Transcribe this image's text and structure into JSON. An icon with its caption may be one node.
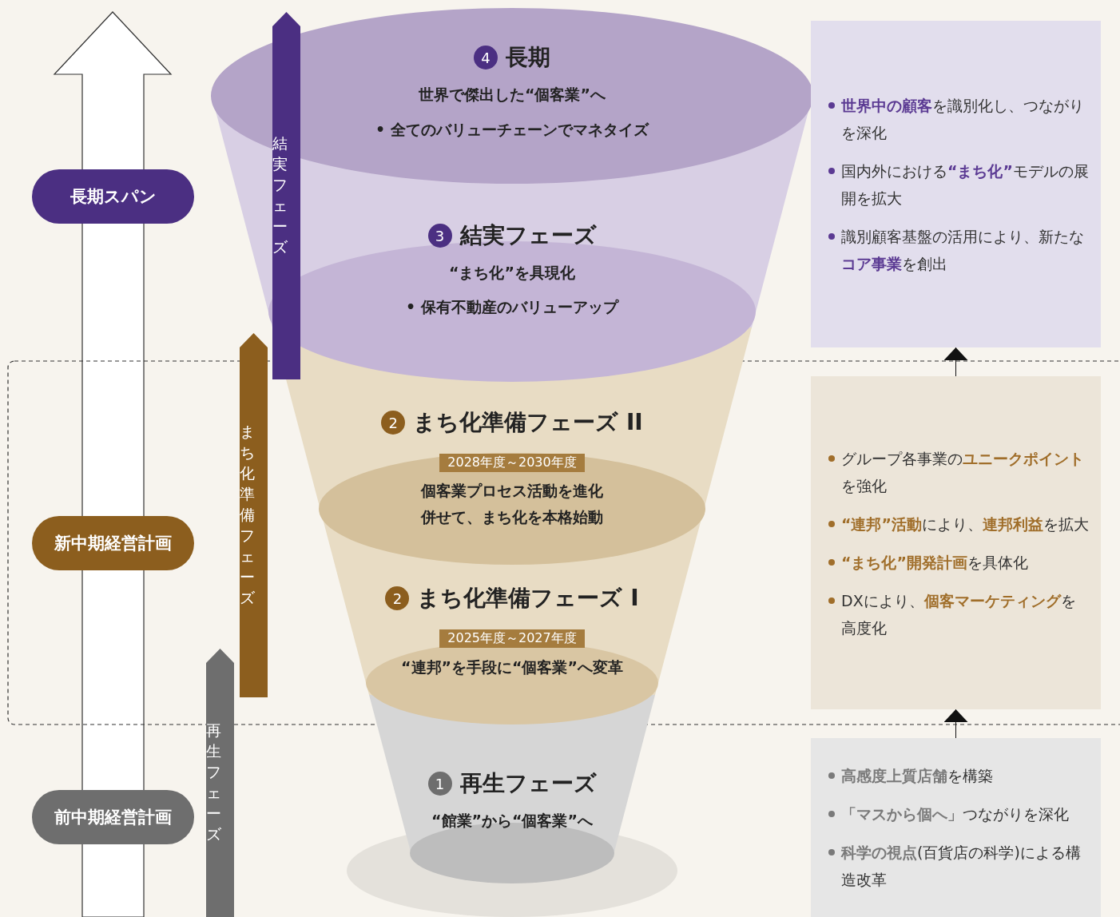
{
  "diagram": {
    "nodes": [
      {
        "text": [
          "4",
          "長期",
          "世界で傑出した“個客業”へ",
          "• 全てのバリューチェーンでマネタイズ"
        ]
      },
      {
        "text": [
          "3",
          "結実フェーズ",
          "“まち化”を具現化",
          "• 保有不動産のバリューアップ"
        ]
      },
      {
        "text": [
          "2",
          "まち化準備フェーズ II",
          "2028年度～2030年度",
          "個客業プロセス活動を進化",
          "併せて、まち化を本格始動"
        ]
      },
      {
        "text": [
          "2",
          "まち化準備フェーズ Ⅰ",
          "2025年度～2027年度",
          "“連邦”を手段に“個客業”へ変革"
        ]
      },
      {
        "text": [
          "1",
          "再生フェーズ",
          "“館業”から“個客業”へ"
        ]
      },
      {
        "text": [
          "長期スパン"
        ]
      },
      {
        "text": [
          "新中期経営計画"
        ]
      },
      {
        "text": [
          "前中期経営計画"
        ]
      },
      {
        "text": [
          "結実フェーズ"
        ]
      },
      {
        "text": [
          "まち化準備フェーズ"
        ]
      },
      {
        "text": [
          "再生フェーズ"
        ]
      },
      {
        "text": [
          "**世界中の顧客**を識別化し、つながりを深化",
          "国内外における**“まち化”**モデルの展開を拡大",
          "識別顧客基盤の活用により、新たな**コア事業**を創出"
        ]
      },
      {
        "text": [
          "グループ各事業の**ユニークポイント**を強化",
          "**“連邦”活動**により、**連邦利益**を拡大",
          "**“まち化”開発計画**を具体化",
          "DXにより、**個客マーケティング**を高度化"
        ]
      },
      {
        "text": [
          "**高感度上質店舗**を構築",
          "**「マスから個へ」**つながりを深化",
          "**科学の視点**(百貨店の科学)による構造改革"
        ]
      }
    ],
    "edges": [
      {
        "from": 13,
        "to": 12,
        "arrow": "to"
      },
      {
        "from": 12,
        "to": 11,
        "arrow": "to"
      }
    ]
  }
}
